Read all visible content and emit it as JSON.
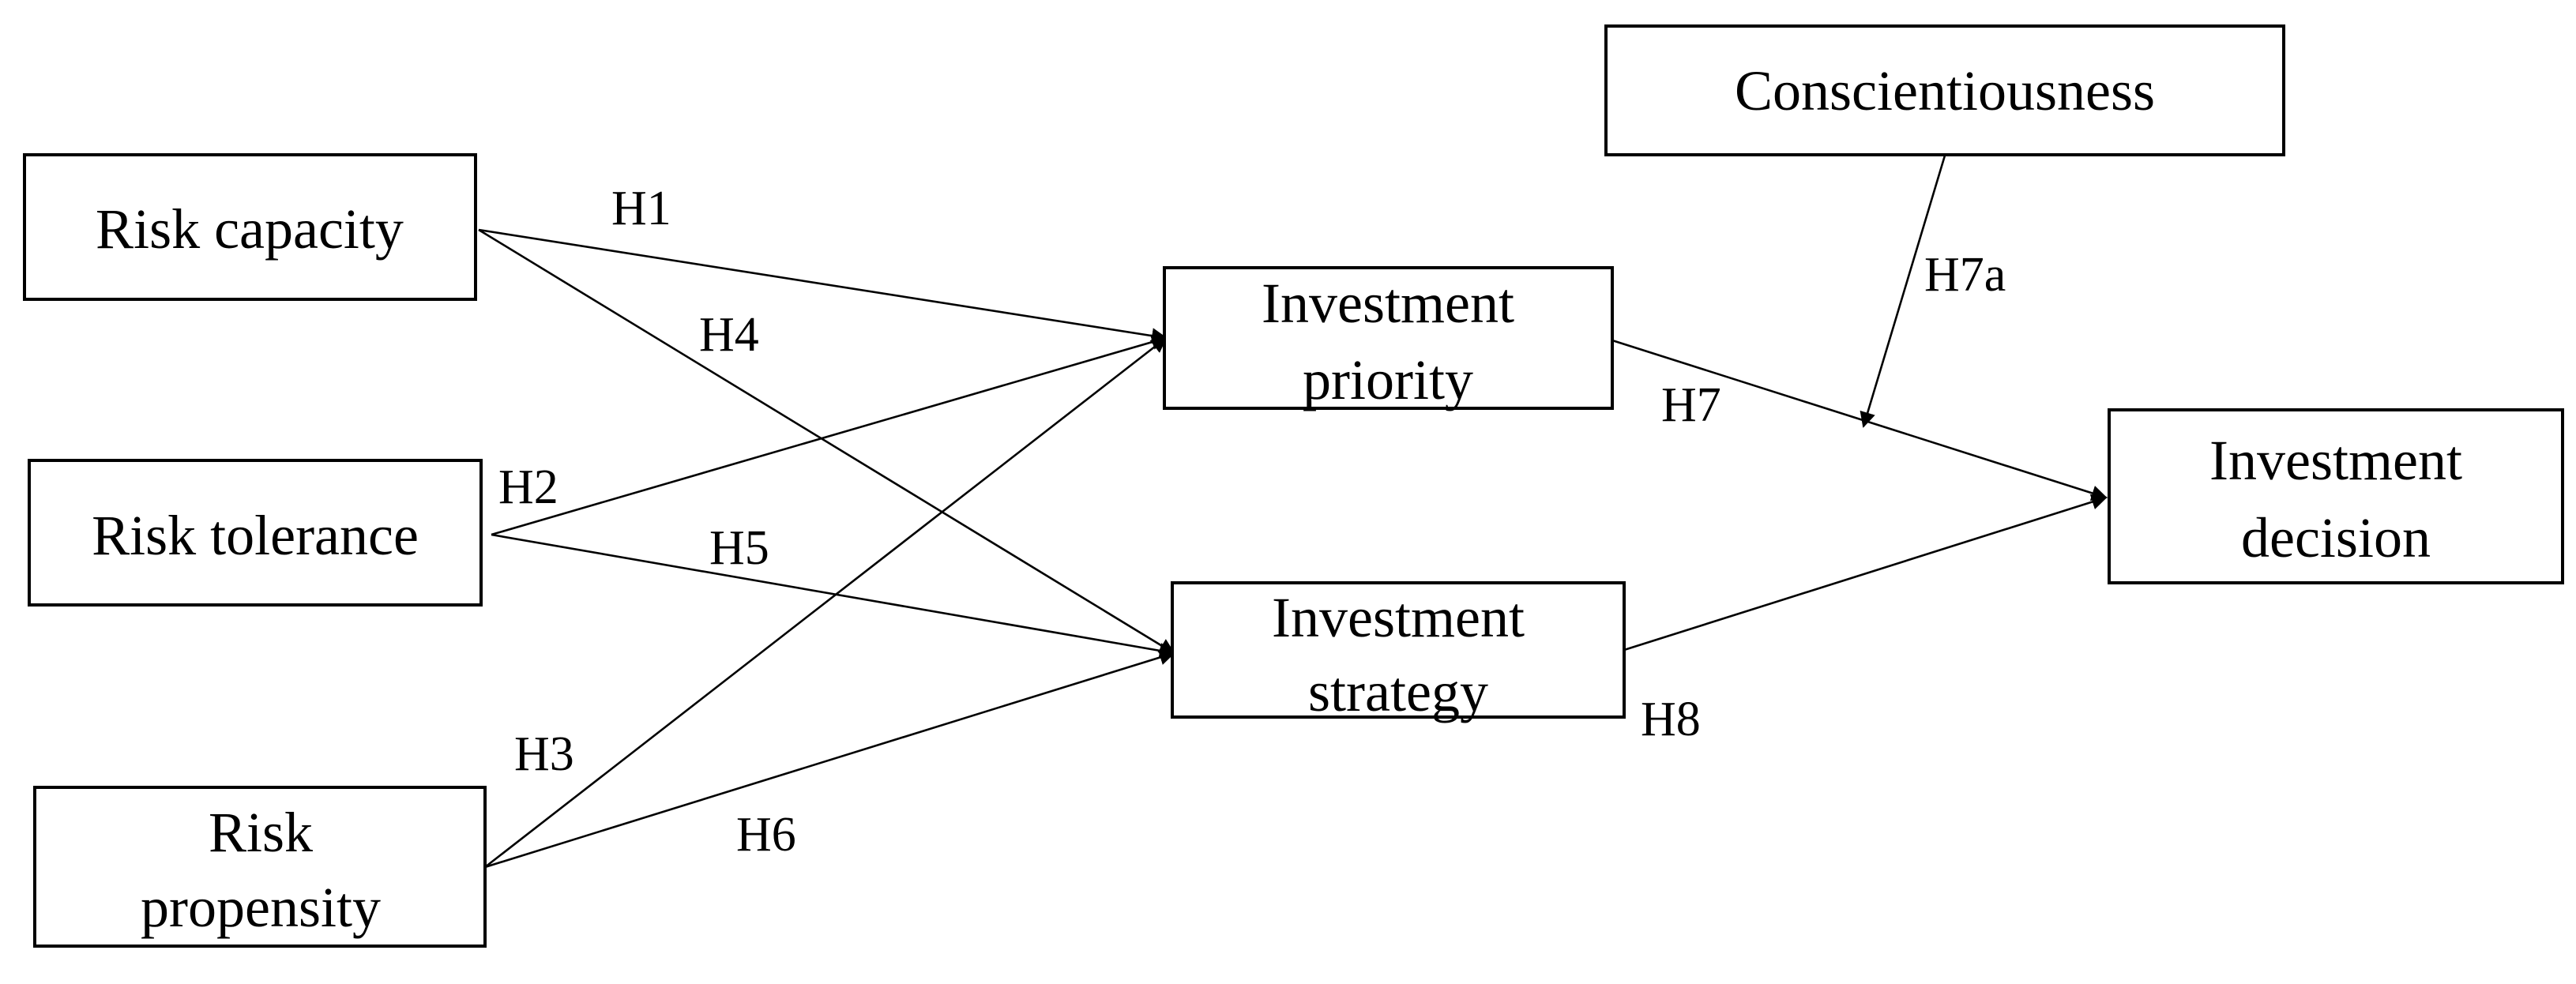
{
  "diagram": {
    "colors": {
      "line": "#000000",
      "box_fill": "#ffffff",
      "text": "#000000"
    },
    "boxes": {
      "risk_capacity": [
        "Risk capacity"
      ],
      "risk_tolerance": [
        "Risk tolerance"
      ],
      "risk_propensity": [
        "Risk",
        "propensity"
      ],
      "investment_priority": [
        "Investment",
        "priority"
      ],
      "investment_strategy": [
        "Investment",
        "strategy"
      ],
      "investment_decision": [
        "Investment",
        "decision"
      ],
      "conscientiousness": [
        "Conscientiousness"
      ]
    },
    "hypotheses": {
      "h1": "H1",
      "h2": "H2",
      "h3": "H3",
      "h4": "H4",
      "h5": "H5",
      "h6": "H6",
      "h7": "H7",
      "h7a": "H7a",
      "h8": "H8"
    },
    "paths": [
      {
        "from": "Risk capacity",
        "to": "Investment priority",
        "label": "H1"
      },
      {
        "from": "Risk tolerance",
        "to": "Investment priority",
        "label": "H2"
      },
      {
        "from": "Risk propensity",
        "to": "Investment priority",
        "label": "H3"
      },
      {
        "from": "Risk capacity",
        "to": "Investment strategy",
        "label": "H4"
      },
      {
        "from": "Risk tolerance",
        "to": "Investment strategy",
        "label": "H5"
      },
      {
        "from": "Risk propensity",
        "to": "Investment strategy",
        "label": "H6"
      },
      {
        "from": "Investment priority",
        "to": "Investment decision",
        "label": "H7"
      },
      {
        "from": "Conscientiousness",
        "to": "H7",
        "label": "H7a"
      },
      {
        "from": "Investment strategy",
        "to": "Investment decision",
        "label": "H8"
      }
    ]
  }
}
